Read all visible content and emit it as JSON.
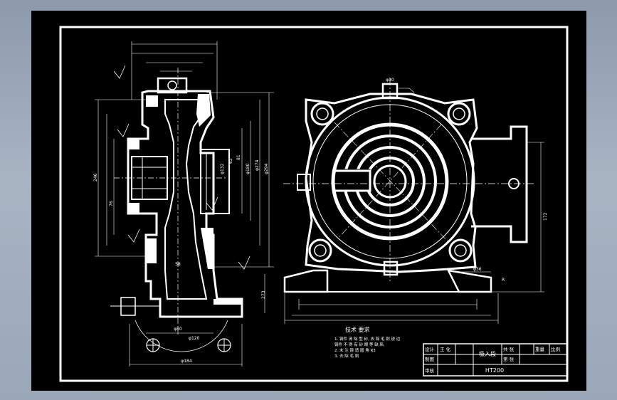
{
  "drawing": {
    "tech_req_title": "技术 要求",
    "tech_req_lines": [
      "1. 铸件 清 除 型 砂, 去 除 毛 刺 锐 边",
      "   铸件 不 得 有 砂 眼 等 缺 陷",
      "2. 未 注 铸 造 圆 角 R3",
      "3. 去 除 毛 刺"
    ],
    "title_block": {
      "part_name": "吸入段",
      "material": "HT200",
      "design": "设计",
      "drawing": "制图",
      "review": "审核",
      "qty_sheets": "共 张",
      "sheet_no": "第 张",
      "weight": "重量",
      "scale": "比例",
      "designer_sign": "王 化"
    },
    "dims": {
      "d_phi80": "φ80",
      "d_phi120": "φ120",
      "d_phi184": "φ184",
      "d_phi36": "φ36",
      "d_phi30": "φ30",
      "d_R": "R",
      "d_273": "273",
      "d_172": "172",
      "d_58": "58",
      "d_246": "246",
      "d_76": "76",
      "d_phi180": "φ180",
      "d_phi274": "φ274",
      "d_phi294": "φ294",
      "d_phi132": "φ132",
      "d_81": "81",
      "d_62": "62"
    }
  }
}
